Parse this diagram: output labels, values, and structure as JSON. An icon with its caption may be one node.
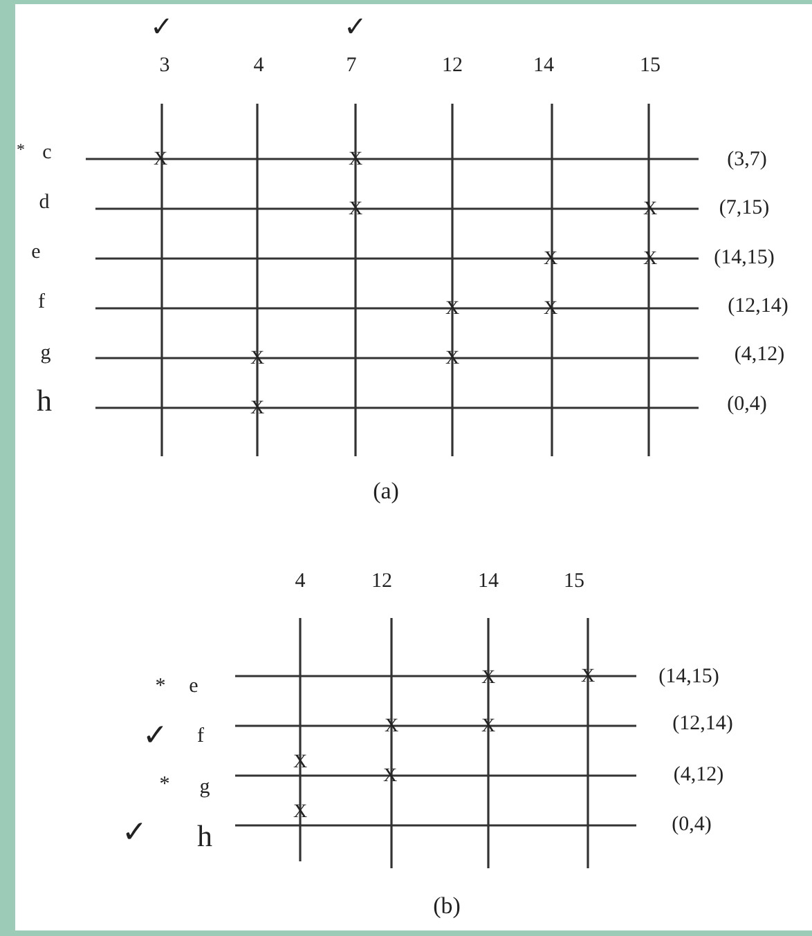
{
  "diagram": {
    "labels": [
      "✓",
      "✓",
      "3",
      "4",
      "7",
      "12",
      "14",
      "15",
      "*",
      "c",
      "X",
      "X",
      "(3,7)",
      "d",
      "X",
      "X",
      "(7,15)",
      "e",
      "X",
      "X",
      "(14,15)",
      "f",
      "X",
      "X",
      "(12,14)",
      "g",
      "X",
      "X",
      "(4,12)",
      "h",
      "X",
      "(0,4)",
      "(a)",
      "4",
      "12",
      "14",
      "15",
      "*",
      "e",
      "X",
      "X",
      "(14,15)",
      "✓",
      "f",
      "X",
      "X",
      "(12,14)",
      "X",
      "*",
      "g",
      "X",
      "(4,12)",
      "✓",
      "h",
      "X",
      "(0,4)",
      "(b)"
    ]
  }
}
